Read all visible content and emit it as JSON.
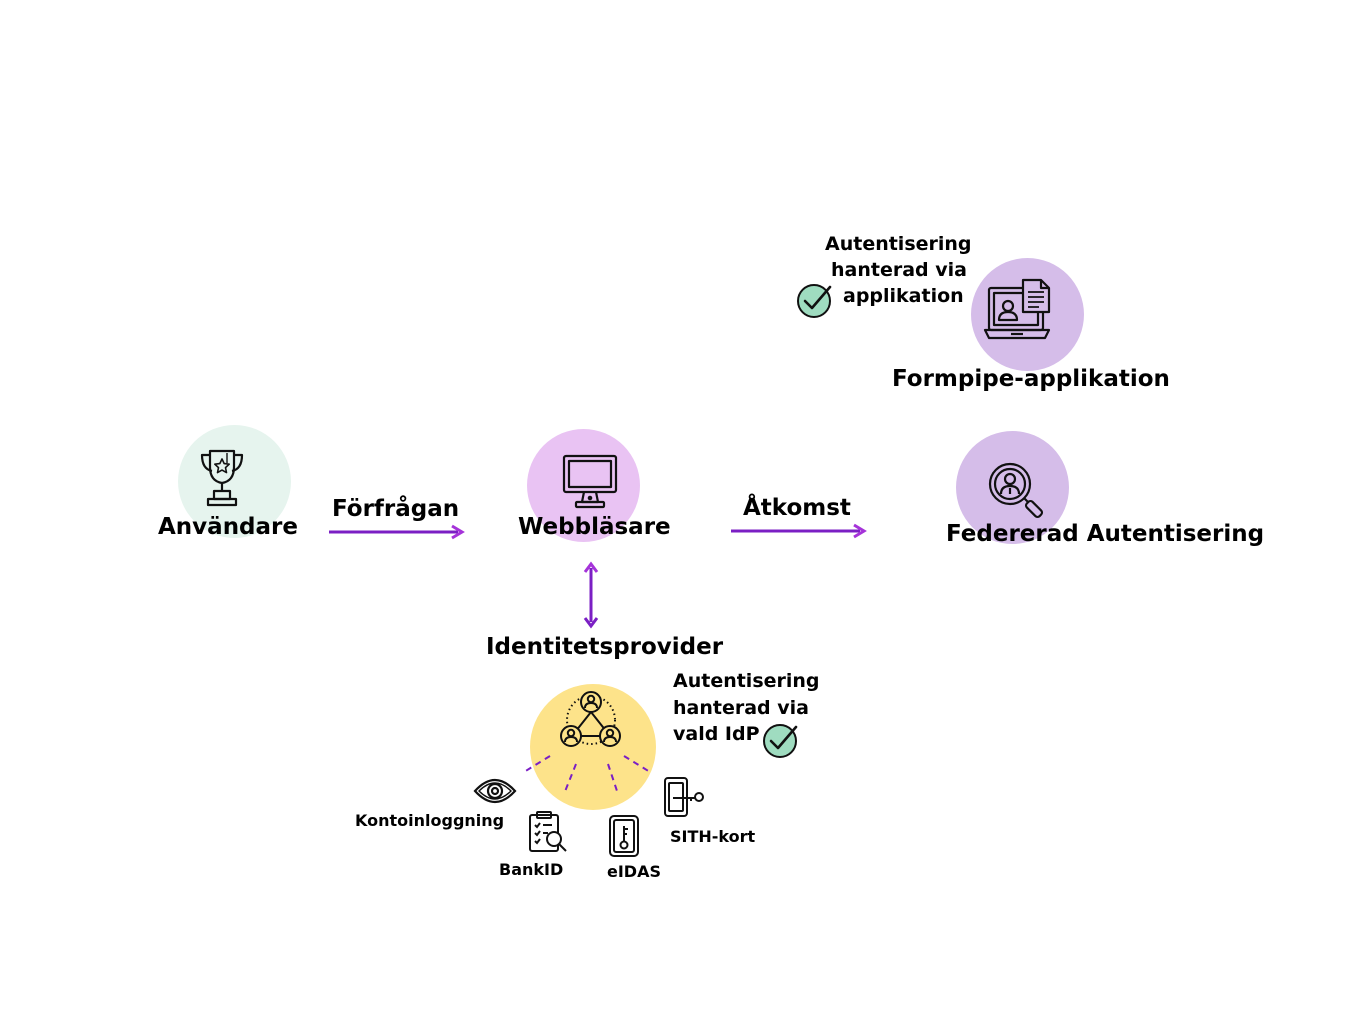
{
  "nodes": {
    "user": {
      "label": "Användare",
      "icon": "trophy-icon",
      "color": "#e6f4ee"
    },
    "browser": {
      "label": "Webbläsare",
      "icon": "monitor-icon",
      "color": "#e9c3f3"
    },
    "federated": {
      "label": "Federerad Autentisering",
      "icon": "user-search-icon",
      "color": "#d5bde9"
    },
    "app": {
      "label": "Formpipe-applikation",
      "icon": "laptop-document-icon",
      "color": "#d5bde9"
    },
    "idp": {
      "label": "Identitetsprovider",
      "icon": "user-network-icon",
      "color": "#fde38a"
    }
  },
  "arrows": {
    "request": {
      "label": "Förfrågan",
      "color": "#7b1fc4"
    },
    "access": {
      "label": "Åtkomst",
      "color": "#7b1fc4"
    },
    "idp_link": {
      "color": "#7b1fc4"
    }
  },
  "notes": {
    "app_auth": {
      "lines": [
        "Autentisering",
        "hanterad via",
        "applikation"
      ],
      "icon": "check-circle-icon"
    },
    "idp_auth": {
      "lines": [
        "Autentisering",
        "hanterad via",
        "vald IdP"
      ],
      "icon": "check-circle-icon"
    }
  },
  "methods": [
    {
      "label": "Kontoinloggning",
      "icon": "eye-icon"
    },
    {
      "label": "BankID",
      "icon": "clipboard-search-icon"
    },
    {
      "label": "eIDAS",
      "icon": "phone-key-icon"
    },
    {
      "label": "SITH-kort",
      "icon": "card-key-icon"
    }
  ],
  "check_color": "#9fdcc0"
}
